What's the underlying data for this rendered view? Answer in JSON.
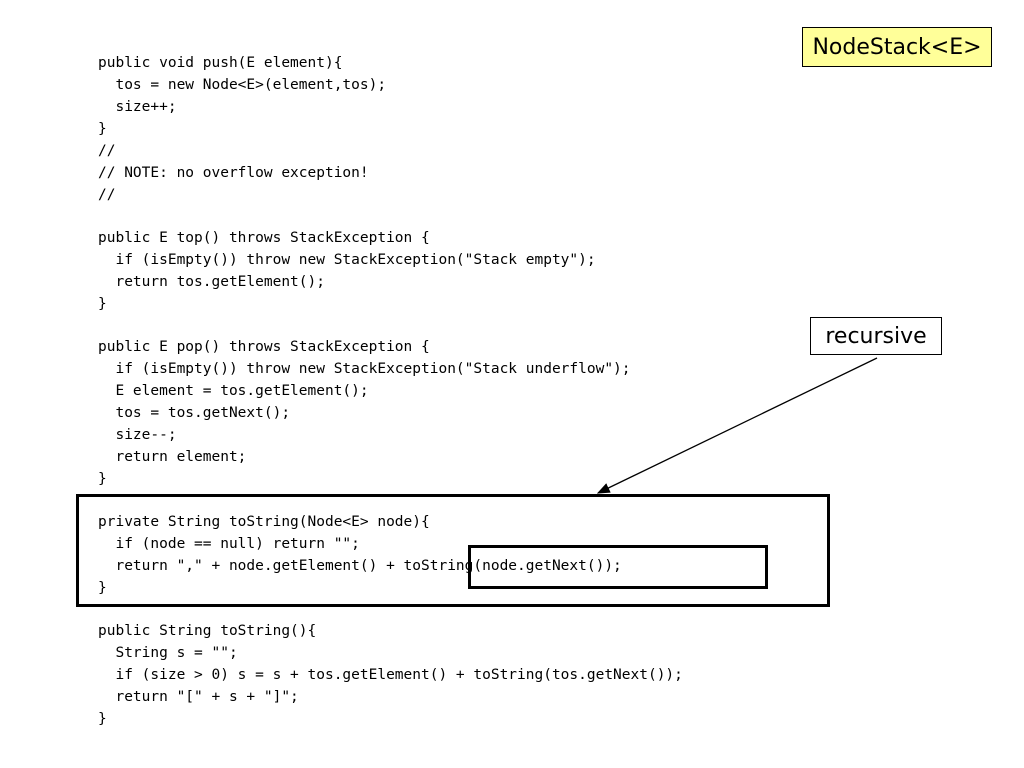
{
  "title_box": {
    "text": "NodeStack<E>"
  },
  "callout": {
    "text": "recursive"
  },
  "code_lines": [
    "public void push(E element){",
    "  tos = new Node<E>(element,tos);",
    "  size++;",
    "}",
    "//",
    "// NOTE: no overflow exception!",
    "//",
    "",
    "public E top() throws StackException {",
    "  if (isEmpty()) throw new StackException(\"Stack empty\");",
    "  return tos.getElement();",
    "}",
    "",
    "public E pop() throws StackException {",
    "  if (isEmpty()) throw new StackException(\"Stack underflow\");",
    "  E element = tos.getElement();",
    "  tos = tos.getNext();",
    "  size--;",
    "  return element;",
    "}",
    "",
    "private String toString(Node<E> node){",
    "  if (node == null) return \"\";",
    "  return \",\" + node.getElement() + toString(node.getNext());",
    "}",
    "",
    "public String toString(){",
    "  String s = \"\";",
    "  if (size > 0) s = s + tos.getElement() + toString(tos.getNext());",
    "  return \"[\" + s + \"]\";",
    "}"
  ]
}
